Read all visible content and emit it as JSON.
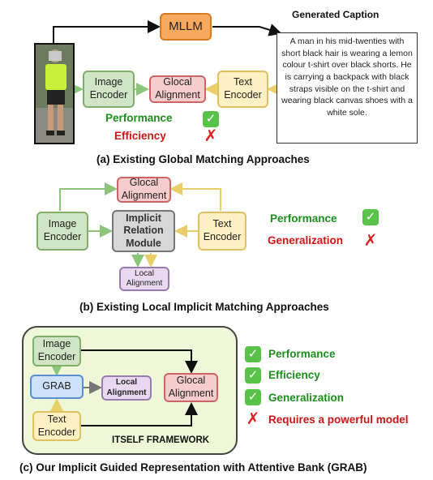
{
  "panel_a": {
    "mllm": "MLLM",
    "generated_caption_title": "Generated Caption",
    "caption_text": "A man in his mid-twenties with short black hair is wearing a lemon colour t-shirt over black shorts. He is carrying a backpack with black straps visible on the t-shirt and wearing black canvas shoes with a white sole.",
    "image_encoder": "Image\nEncoder",
    "glocal_alignment": "Glocal\nAlignment",
    "text_encoder": "Text\nEncoder",
    "performance": "Performance",
    "efficiency": "Efficiency",
    "caption": "(a) Existing Global Matching Approaches"
  },
  "panel_b": {
    "glocal_alignment": "Glocal\nAlignment",
    "image_encoder": "Image\nEncoder",
    "implicit_module": "Implicit\nRelation\nModule",
    "text_encoder": "Text\nEncoder",
    "local_alignment": "Local\nAlignment",
    "performance": "Performance",
    "generalization": "Generalization",
    "caption": "(b) Existing Local Implicit Matching Approaches"
  },
  "panel_c": {
    "image_encoder": "Image\nEncoder",
    "grab": "GRAB",
    "local_alignment": "Local\nAlignment",
    "glocal_alignment": "Glocal\nAlignment",
    "text_encoder": "Text\nEncoder",
    "framework_label": "ITSELF FRAMEWORK",
    "performance": "Performance",
    "efficiency": "Efficiency",
    "generalization": "Generalization",
    "requires": "Requires a powerful model",
    "caption": "(c) Our Implicit Guided Representation with Attentive Bank (GRAB)"
  },
  "icons": {
    "check": "check-icon",
    "cross": "cross-icon"
  },
  "colors": {
    "arrow_black": "#111111",
    "arrow_green": "#8cc47a",
    "arrow_yellow": "#e8cf6a",
    "panel_c_bg": "#eef8d8",
    "metric_green": "#1a8f1a",
    "metric_red": "#d01515"
  }
}
